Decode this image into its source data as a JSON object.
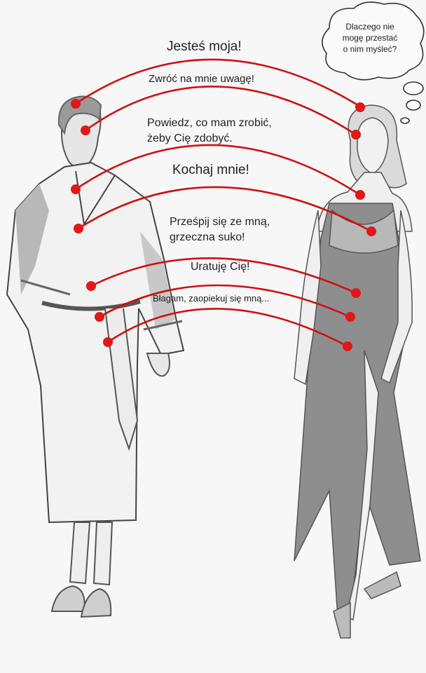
{
  "colors": {
    "arrow": "#d01010",
    "dot": "#e01818",
    "figure": "#9a9a9a",
    "dress": "#8e8e8e",
    "ink": "#222222"
  },
  "phrases": [
    "Jesteś moja!",
    "Zwróć na mnie uwagę!",
    "Powiedz, co mam zrobić,\nżeby Cię zdobyć.",
    "Kochaj mnie!",
    "Prześpij się ze mną,\ngrzeczna suko!",
    "Uratuję Cię!",
    "Błagam, zaopiekuj się mną..."
  ],
  "thought": "Dlaczego nie\nmogę przestać\no nim myśleć?",
  "figures": {
    "man": "man-in-robe-illustration",
    "woman": "woman-in-nightgown-illustration"
  }
}
